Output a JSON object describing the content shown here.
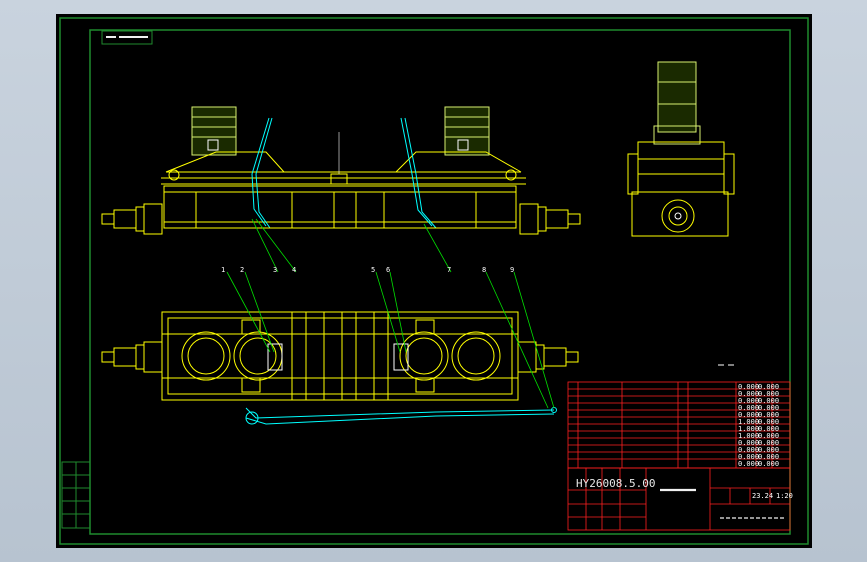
{
  "drawing": {
    "drawing_number": "HY26008.5.00",
    "balloons": [
      "1",
      "2",
      "3",
      "4",
      "5",
      "6",
      "7",
      "8",
      "9"
    ],
    "bom_values": [
      [
        "0.000",
        "0.000"
      ],
      [
        "0.000",
        "0.000"
      ],
      [
        "0.000",
        "0.000"
      ],
      [
        "0.000",
        "0.000"
      ],
      [
        "0.000",
        "0.000"
      ],
      [
        "1.000",
        "0.000"
      ],
      [
        "1.000",
        "0.000"
      ],
      [
        "1.000",
        "0.000"
      ],
      [
        "0.000",
        "0.000"
      ],
      [
        "0.000",
        "0.000"
      ],
      [
        "0.000",
        "0.000"
      ],
      [
        "0.000",
        "0.000"
      ]
    ],
    "scale": "1:20",
    "weight": "23.24"
  },
  "colors": {
    "frame": "#1f8a2e",
    "main": "#ffff00",
    "cable": "#00ffff",
    "leader": "#00e000",
    "table": "#ff2020",
    "motor": "#d8f070",
    "page_bg": "#c0ccd8"
  }
}
